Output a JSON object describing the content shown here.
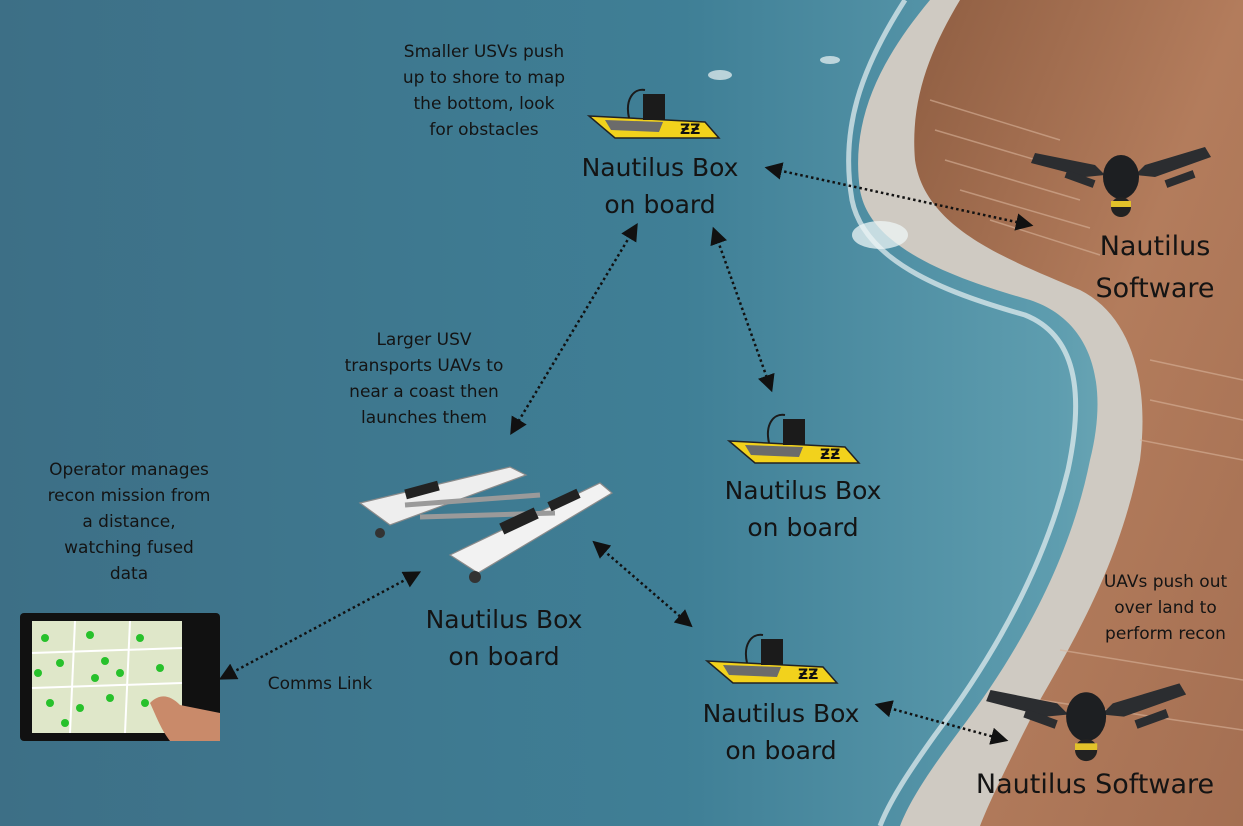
{
  "labels": {
    "smaller_usv": [
      "Smaller USVs push",
      "up to shore to map",
      "the bottom, look",
      "for obstacles"
    ],
    "larger_usv": [
      "Larger USV",
      "transports UAVs to",
      "near a coast then",
      "launches them"
    ],
    "operator": [
      "Operator manages",
      "recon mission from",
      "a distance,",
      "watching fused",
      "data"
    ],
    "uav_push": [
      "UAVs push out",
      "over land to",
      "perform recon"
    ],
    "comms_link": "Comms Link",
    "box_top": [
      "Nautilus Box",
      "on board"
    ],
    "box_mid": [
      "Nautilus Box",
      "on board"
    ],
    "box_catamaran": [
      "Nautilus Box",
      "on board"
    ],
    "box_bottom": [
      "Nautilus Box",
      "on board"
    ],
    "software_top": [
      "Nautilus",
      "Software"
    ],
    "software_bottom": "Nautilus Software"
  },
  "colors": {
    "sea_deep": "#3f7a93",
    "sea_shallow": "#7fb6c0",
    "land": "#a8765a",
    "beach": "#c9c4bd",
    "usv_yellow": "#f2d21c",
    "text": "#141414"
  },
  "icons": {
    "drone": "quadcopter-drone-icon",
    "usv": "small-usv-boat-icon",
    "catamaran": "catamaran-usv-icon",
    "tablet": "tablet-map-icon"
  }
}
